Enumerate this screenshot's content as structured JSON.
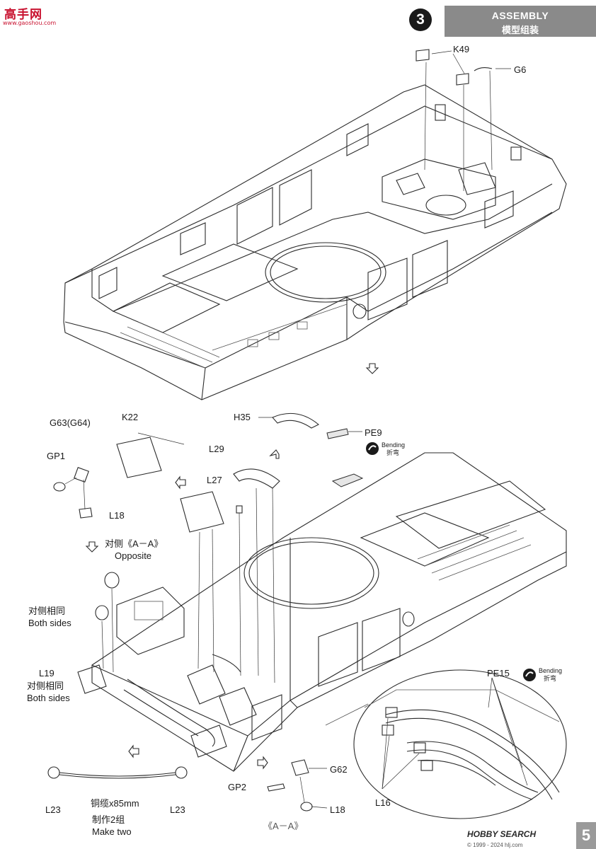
{
  "watermark": {
    "title": "高手网",
    "url": "www.gaoshou.com"
  },
  "header": {
    "step_number": "3",
    "title_en": "ASSEMBLY",
    "title_cn": "模型组装"
  },
  "labels": {
    "k49": "K49",
    "g6": "G6",
    "h35": "H35",
    "pe9": "PE9",
    "bending_top": "Bending",
    "bending_top_cn": "折弯",
    "g63": "G63(G64)",
    "k22": "K22",
    "l29": "L29",
    "gp1": "GP1",
    "l27": "L27",
    "l18_top": "L18",
    "opposite_cn": "对侧《A－A》",
    "opposite_en": "Opposite",
    "both_sides_1_cn": "对侧相同",
    "both_sides_1_en": "Both sides",
    "l19": "L19",
    "both_sides_2_cn": "对侧相同",
    "both_sides_2_en": "Both sides",
    "pe15": "PE15",
    "bending_bottom": "Bending",
    "bending_bottom_cn": "折弯",
    "l16": "L16",
    "l23_left": "L23",
    "l23_right": "L23",
    "cable_cn": "铜缆x85mm",
    "make_two_cn": "制作2组",
    "make_two_en": "Make two",
    "gp2": "GP2",
    "g62": "G62",
    "l18_bottom": "L18",
    "section_aa": "《A－A》"
  },
  "footer": {
    "brand": "HOBBY SEARCH",
    "brand_sub": "© 1999 - 2024 hlj.com",
    "page_number": "5"
  }
}
